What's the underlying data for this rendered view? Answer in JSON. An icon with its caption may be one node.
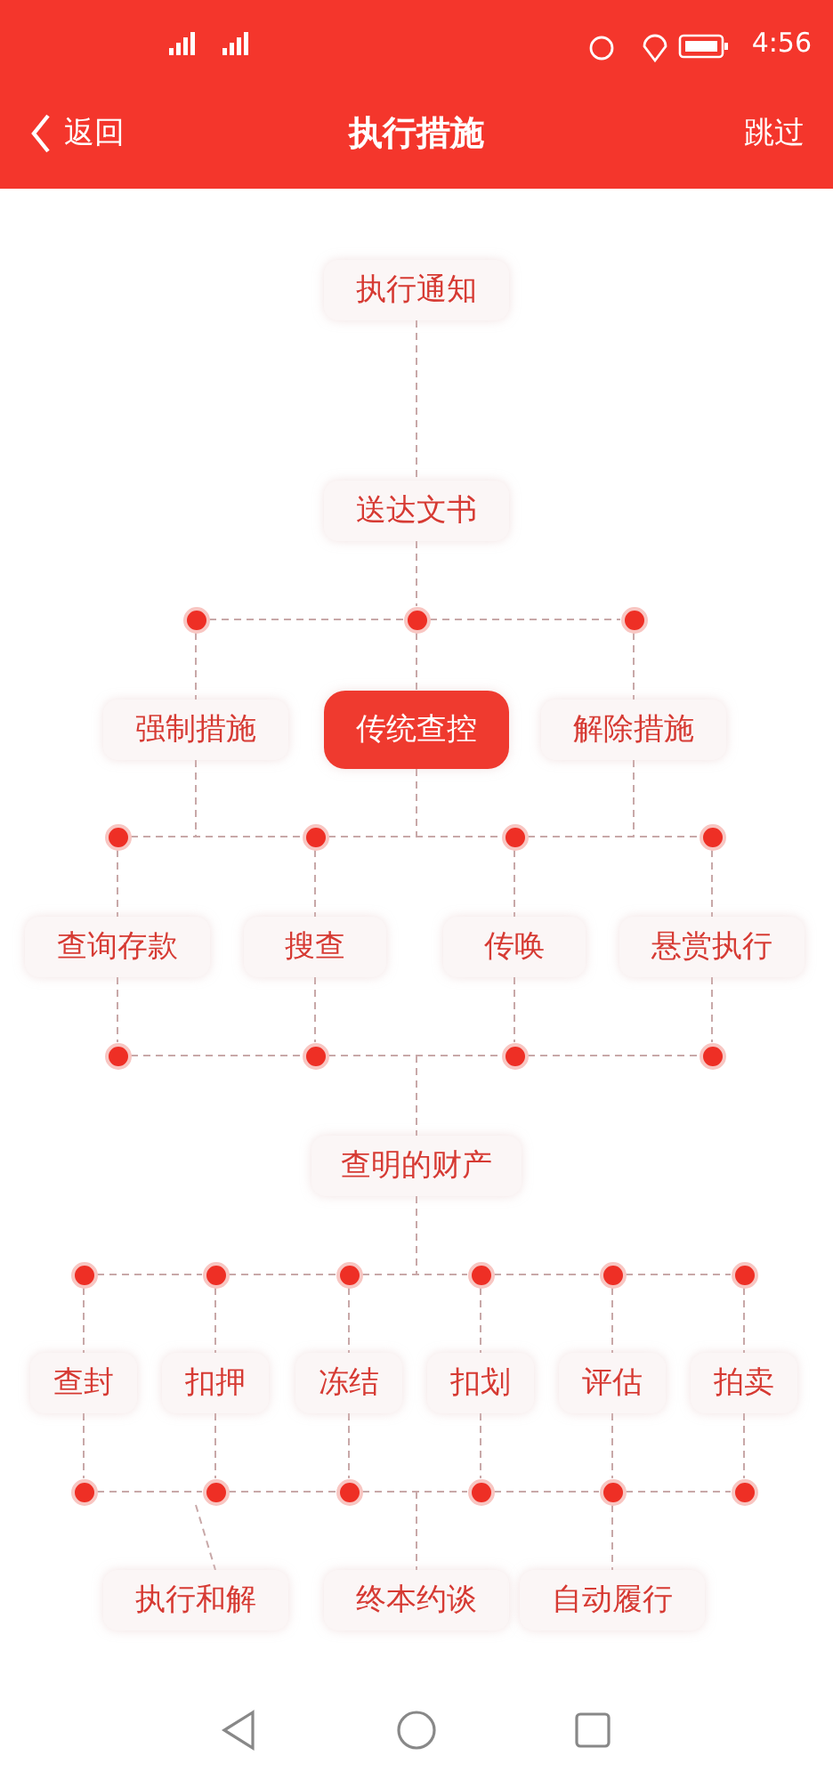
{
  "diagram": {
    "title": "执行措施",
    "nodes": [
      {
        "text": [
          "执行通知"
        ]
      },
      {
        "text": [
          "送达文书"
        ]
      },
      {
        "text": [],
        "shape": "circle"
      },
      {
        "text": [],
        "shape": "circle"
      },
      {
        "text": [],
        "shape": "circle"
      },
      {
        "text": [
          "强制措施"
        ]
      },
      {
        "text": [
          "传统查控"
        ]
      },
      {
        "text": [
          "解除措施"
        ]
      },
      {
        "text": [],
        "shape": "circle"
      },
      {
        "text": [],
        "shape": "circle"
      },
      {
        "text": [],
        "shape": "circle"
      },
      {
        "text": [],
        "shape": "circle"
      },
      {
        "text": [
          "查询存款"
        ]
      },
      {
        "text": [
          "搜查"
        ]
      },
      {
        "text": [
          "传唤"
        ]
      },
      {
        "text": [
          "悬赏执行"
        ]
      },
      {
        "text": [],
        "shape": "circle"
      },
      {
        "text": [],
        "shape": "circle"
      },
      {
        "text": [],
        "shape": "circle"
      },
      {
        "text": [],
        "shape": "circle"
      },
      {
        "text": [
          "查明的财产"
        ]
      },
      {
        "text": [],
        "shape": "circle"
      },
      {
        "text": [],
        "shape": "circle"
      },
      {
        "text": [],
        "shape": "circle"
      },
      {
        "text": [],
        "shape": "circle"
      },
      {
        "text": [],
        "shape": "circle"
      },
      {
        "text": [],
        "shape": "circle"
      },
      {
        "text": [
          "查封"
        ]
      },
      {
        "text": [
          "扣押"
        ]
      },
      {
        "text": [
          "冻结"
        ]
      },
      {
        "text": [
          "扣划"
        ]
      },
      {
        "text": [
          "评估"
        ]
      },
      {
        "text": [
          "拍卖"
        ]
      },
      {
        "text": [],
        "shape": "circle"
      },
      {
        "text": [],
        "shape": "circle"
      },
      {
        "text": [],
        "shape": "circle"
      },
      {
        "text": [],
        "shape": "circle"
      },
      {
        "text": [],
        "shape": "circle"
      },
      {
        "text": [],
        "shape": "circle"
      },
      {
        "text": [
          "执行和解"
        ]
      },
      {
        "text": [
          "终本约谈"
        ]
      },
      {
        "text": [
          "自动履行"
        ]
      }
    ],
    "edges": [
      {
        "from": 0,
        "to": 1,
        "arrow": "none"
      },
      {
        "from": 1,
        "to": 3,
        "arrow": "none"
      },
      {
        "from": 2,
        "to": 3,
        "arrow": "none"
      },
      {
        "from": 3,
        "to": 4,
        "arrow": "none"
      },
      {
        "from": 2,
        "to": 5,
        "arrow": "none"
      },
      {
        "from": 3,
        "to": 6,
        "arrow": "none"
      },
      {
        "from": 4,
        "to": 7,
        "arrow": "none"
      },
      {
        "from": 5,
        "to": null,
        "arrow": "none"
      },
      {
        "from": 6,
        "to": null,
        "arrow": "none"
      },
      {
        "from": 7,
        "to": null,
        "arrow": "none"
      },
      {
        "from": 8,
        "to": 9,
        "arrow": "none"
      },
      {
        "from": 9,
        "to": 10,
        "arrow": "none"
      },
      {
        "from": 10,
        "to": 11,
        "arrow": "none"
      },
      {
        "from": 8,
        "to": 12,
        "arrow": "none"
      },
      {
        "from": 9,
        "to": 13,
        "arrow": "none"
      },
      {
        "from": 10,
        "to": 14,
        "arrow": "none"
      },
      {
        "from": 11,
        "to": 15,
        "arrow": "none"
      },
      {
        "from": 12,
        "to": 16,
        "arrow": "none"
      },
      {
        "from": 13,
        "to": 17,
        "arrow": "none"
      },
      {
        "from": 14,
        "to": 18,
        "arrow": "none"
      },
      {
        "from": 15,
        "to": 19,
        "arrow": "none"
      },
      {
        "from": 16,
        "to": 17,
        "arrow": "none"
      },
      {
        "from": 17,
        "to": 18,
        "arrow": "none"
      },
      {
        "from": 18,
        "to": 19,
        "arrow": "none"
      },
      {
        "from": null,
        "to": 20,
        "arrow": "none"
      },
      {
        "from": 20,
        "to": null,
        "arrow": "none"
      },
      {
        "from": 21,
        "to": 22,
        "arrow": "none"
      },
      {
        "from": 22,
        "to": 23,
        "arrow": "none"
      },
      {
        "from": 23,
        "to": 24,
        "arrow": "none"
      },
      {
        "from": 24,
        "to": 25,
        "arrow": "none"
      },
      {
        "from": 25,
        "to": 26,
        "arrow": "none"
      },
      {
        "from": 21,
        "to": 27,
        "arrow": "none"
      },
      {
        "from": 22,
        "to": 28,
        "arrow": "none"
      },
      {
        "from": 23,
        "to": 29,
        "arrow": "none"
      },
      {
        "from": 24,
        "to": 30,
        "arrow": "none"
      },
      {
        "from": 25,
        "to": 31,
        "arrow": "none"
      },
      {
        "from": 26,
        "to": 32,
        "arrow": "none"
      },
      {
        "from": 27,
        "to": 33,
        "arrow": "none"
      },
      {
        "from": 28,
        "to": 34,
        "arrow": "none"
      },
      {
        "from": 29,
        "to": 35,
        "arrow": "none"
      },
      {
        "from": 30,
        "to": 36,
        "arrow": "none"
      },
      {
        "from": 31,
        "to": 37,
        "arrow": "none"
      },
      {
        "from": 32,
        "to": 38,
        "arrow": "none"
      },
      {
        "from": 33,
        "to": 34,
        "arrow": "none"
      },
      {
        "from": 34,
        "to": 35,
        "arrow": "none"
      },
      {
        "from": 35,
        "to": 36,
        "arrow": "none"
      },
      {
        "from": 36,
        "to": 37,
        "arrow": "none"
      },
      {
        "from": 37,
        "to": 38,
        "arrow": "none"
      },
      {
        "from": 34,
        "to": 39,
        "arrow": "none"
      },
      {
        "from": null,
        "to": 40,
        "arrow": "none"
      },
      {
        "from": 37,
        "to": 41,
        "arrow": "none"
      }
    ],
    "labels": [
      "4:56",
      "返回",
      "跳过"
    ]
  }
}
